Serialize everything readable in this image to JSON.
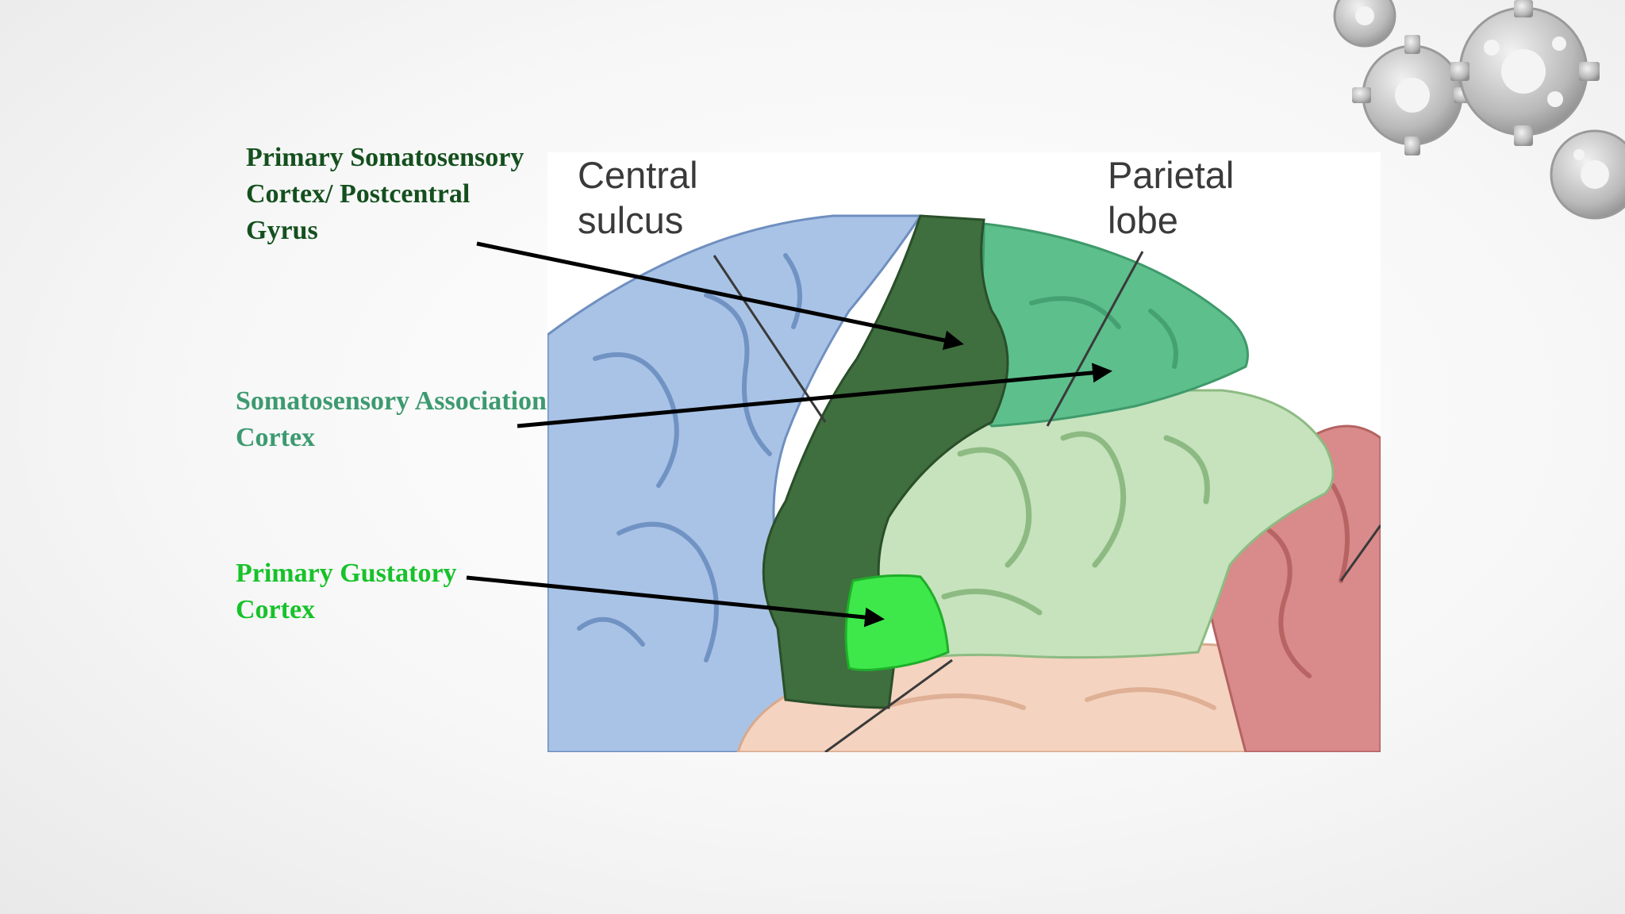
{
  "labels": {
    "somatosensory": {
      "lines": [
        "Primary Somatosensory",
        "Cortex/ Postcentral",
        "Gyrus"
      ],
      "color": "#14501e"
    },
    "association": {
      "lines": [
        "Somatosensory Association",
        "Cortex"
      ],
      "color": "#3d9a70"
    },
    "gustatory": {
      "lines": [
        "Primary Gustatory",
        "Cortex"
      ],
      "color": "#17c22a"
    }
  },
  "diagram_labels": {
    "central_sulcus": [
      "Central",
      "sulcus"
    ],
    "parietal_lobe": [
      "Parietal",
      "lobe"
    ]
  },
  "colors": {
    "frontal_lobe": "#a9c3e6",
    "postcentral_gyrus": "#3f6e3f",
    "association_cortex": "#5dbf8c",
    "parietal_lobe": "#c6e3bd",
    "occipital_lobe": "#d98a8a",
    "temporal_lobe": "#f4d3c0",
    "gustatory_cortex": "#3ee84a",
    "arrow": "#000000"
  }
}
